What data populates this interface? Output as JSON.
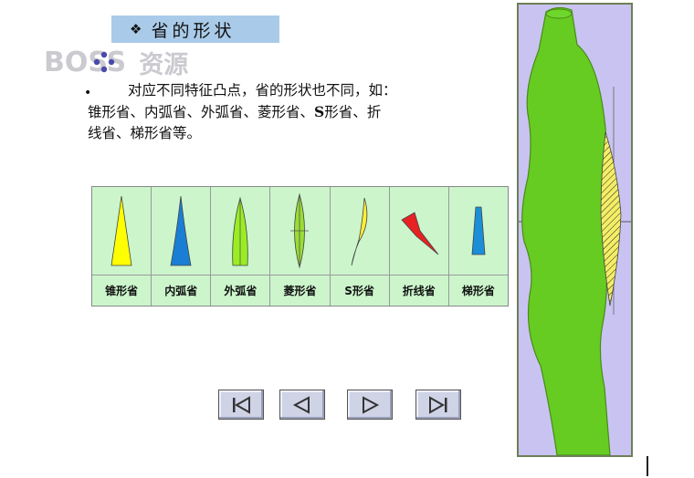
{
  "slide": {
    "title": "省的形状",
    "title_marker": "❖",
    "watermark": {
      "latin": "BOSS",
      "cjk": "资源"
    },
    "bullet_marker": "•",
    "body_line1": "对应不同特征凸点，省的形状也不同，如：",
    "body_line2_a": "锥形省、内弧省、外弧省、菱形省、",
    "body_line2_s": "S",
    "body_line2_b": "形省、折",
    "body_line3": "线省、梯形省等。"
  },
  "darts": [
    {
      "label": "锥形省",
      "color": "#ffff00"
    },
    {
      "label": "内弧省",
      "color": "#1a7fd4"
    },
    {
      "label": "外弧省",
      "color": "#99ee22"
    },
    {
      "label": "菱形省",
      "color": "#99dd33"
    },
    {
      "label": "S形省",
      "color": "#ffee33"
    },
    {
      "label": "折线省",
      "color": "#e62222"
    },
    {
      "label": "梯形省",
      "color": "#1a8fd8"
    }
  ],
  "nav": [
    {
      "name": "first-slide-button",
      "icon": "skip-first-icon"
    },
    {
      "name": "previous-slide-button",
      "icon": "triangle-left-icon"
    },
    {
      "name": "next-slide-button",
      "icon": "triangle-right-icon"
    },
    {
      "name": "last-slide-button",
      "icon": "skip-last-icon"
    }
  ],
  "colors": {
    "title_bar": "#a9cbe9",
    "table_bg": "#ccf5cc",
    "figure_bg": "#c9c3f2",
    "figure_body": "#66cc22",
    "nav_bg": "#cfd3e6"
  }
}
